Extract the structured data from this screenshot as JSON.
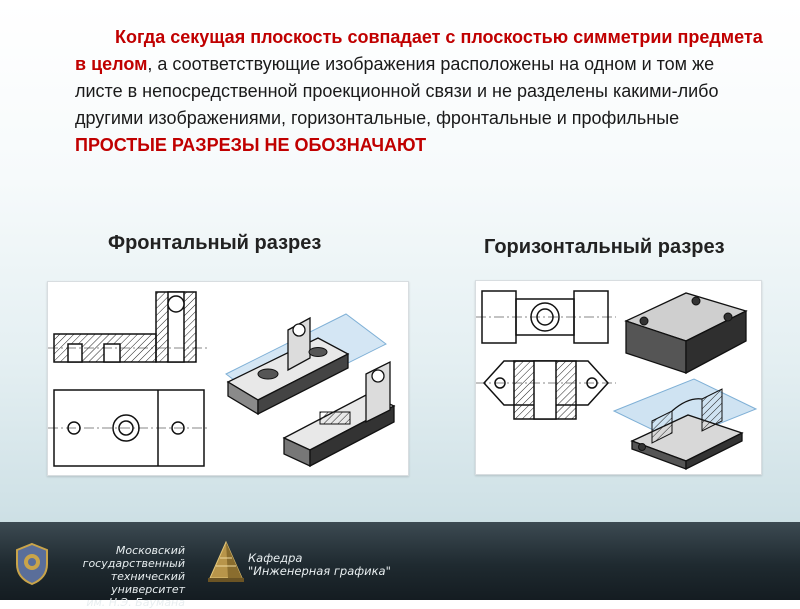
{
  "paragraph": {
    "part1_bold": "Когда секущая плоскость совпадает с плоскостью симметрии предмета в целом",
    "part2": ", а соответствующие изображения расположены на одном и том же листе в непосредственной проекционной связи и не разделены какими-либо другими изображениями, горизонтальные, фронтальные и профильные ",
    "part3_red": "ПРОСТЫЕ РАЗРЕЗЫ НЕ ОБОЗНАЧАЮТ"
  },
  "headings": {
    "frontal": "Фронтальный разрез",
    "horizontal": "Горизонтальный разрез"
  },
  "footer": {
    "university_line1": "Московский государственный",
    "university_line2": "технический университет",
    "university_line3": "им. Н.Э. Баумана",
    "dept_line1": "Кафедра",
    "dept_line2": "\"Инженерная графика\""
  },
  "colors": {
    "accent_red": "#c00000",
    "footer_dark": "#1f2a30",
    "plane_blue": "#9fc7e6"
  },
  "icons": {
    "university_logo": "bmstu-crest-icon",
    "dept_logo": "engineering-graphics-pyramid-icon"
  }
}
